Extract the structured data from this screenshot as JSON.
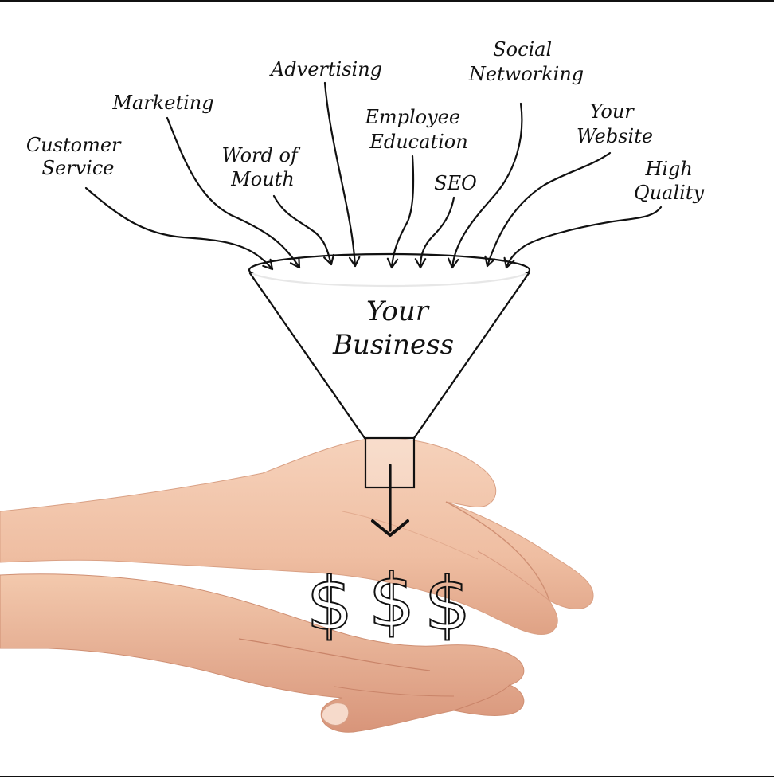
{
  "inputs": [
    {
      "id": "customer-service",
      "lines": [
        "Customer",
        "Service"
      ]
    },
    {
      "id": "marketing",
      "lines": [
        "Marketing"
      ]
    },
    {
      "id": "word-of-mouth",
      "lines": [
        "Word of",
        "Mouth"
      ]
    },
    {
      "id": "advertising",
      "lines": [
        "Advertising"
      ]
    },
    {
      "id": "employee-education",
      "lines": [
        "Employee",
        "Education"
      ]
    },
    {
      "id": "seo",
      "lines": [
        "SEO"
      ]
    },
    {
      "id": "social-networking",
      "lines": [
        "Social",
        "Networking"
      ]
    },
    {
      "id": "your-website",
      "lines": [
        "Your",
        "Website"
      ]
    },
    {
      "id": "high-quality",
      "lines": [
        "High",
        "Quality"
      ]
    }
  ],
  "funnel": {
    "label_line1": "Your",
    "label_line2": "Business"
  },
  "output": {
    "symbols": [
      "$",
      "$",
      "$"
    ]
  },
  "colors": {
    "ink": "#111111",
    "skin": "#f1c3a6",
    "skin_shadow": "#d99b80",
    "background": "#ffffff"
  }
}
